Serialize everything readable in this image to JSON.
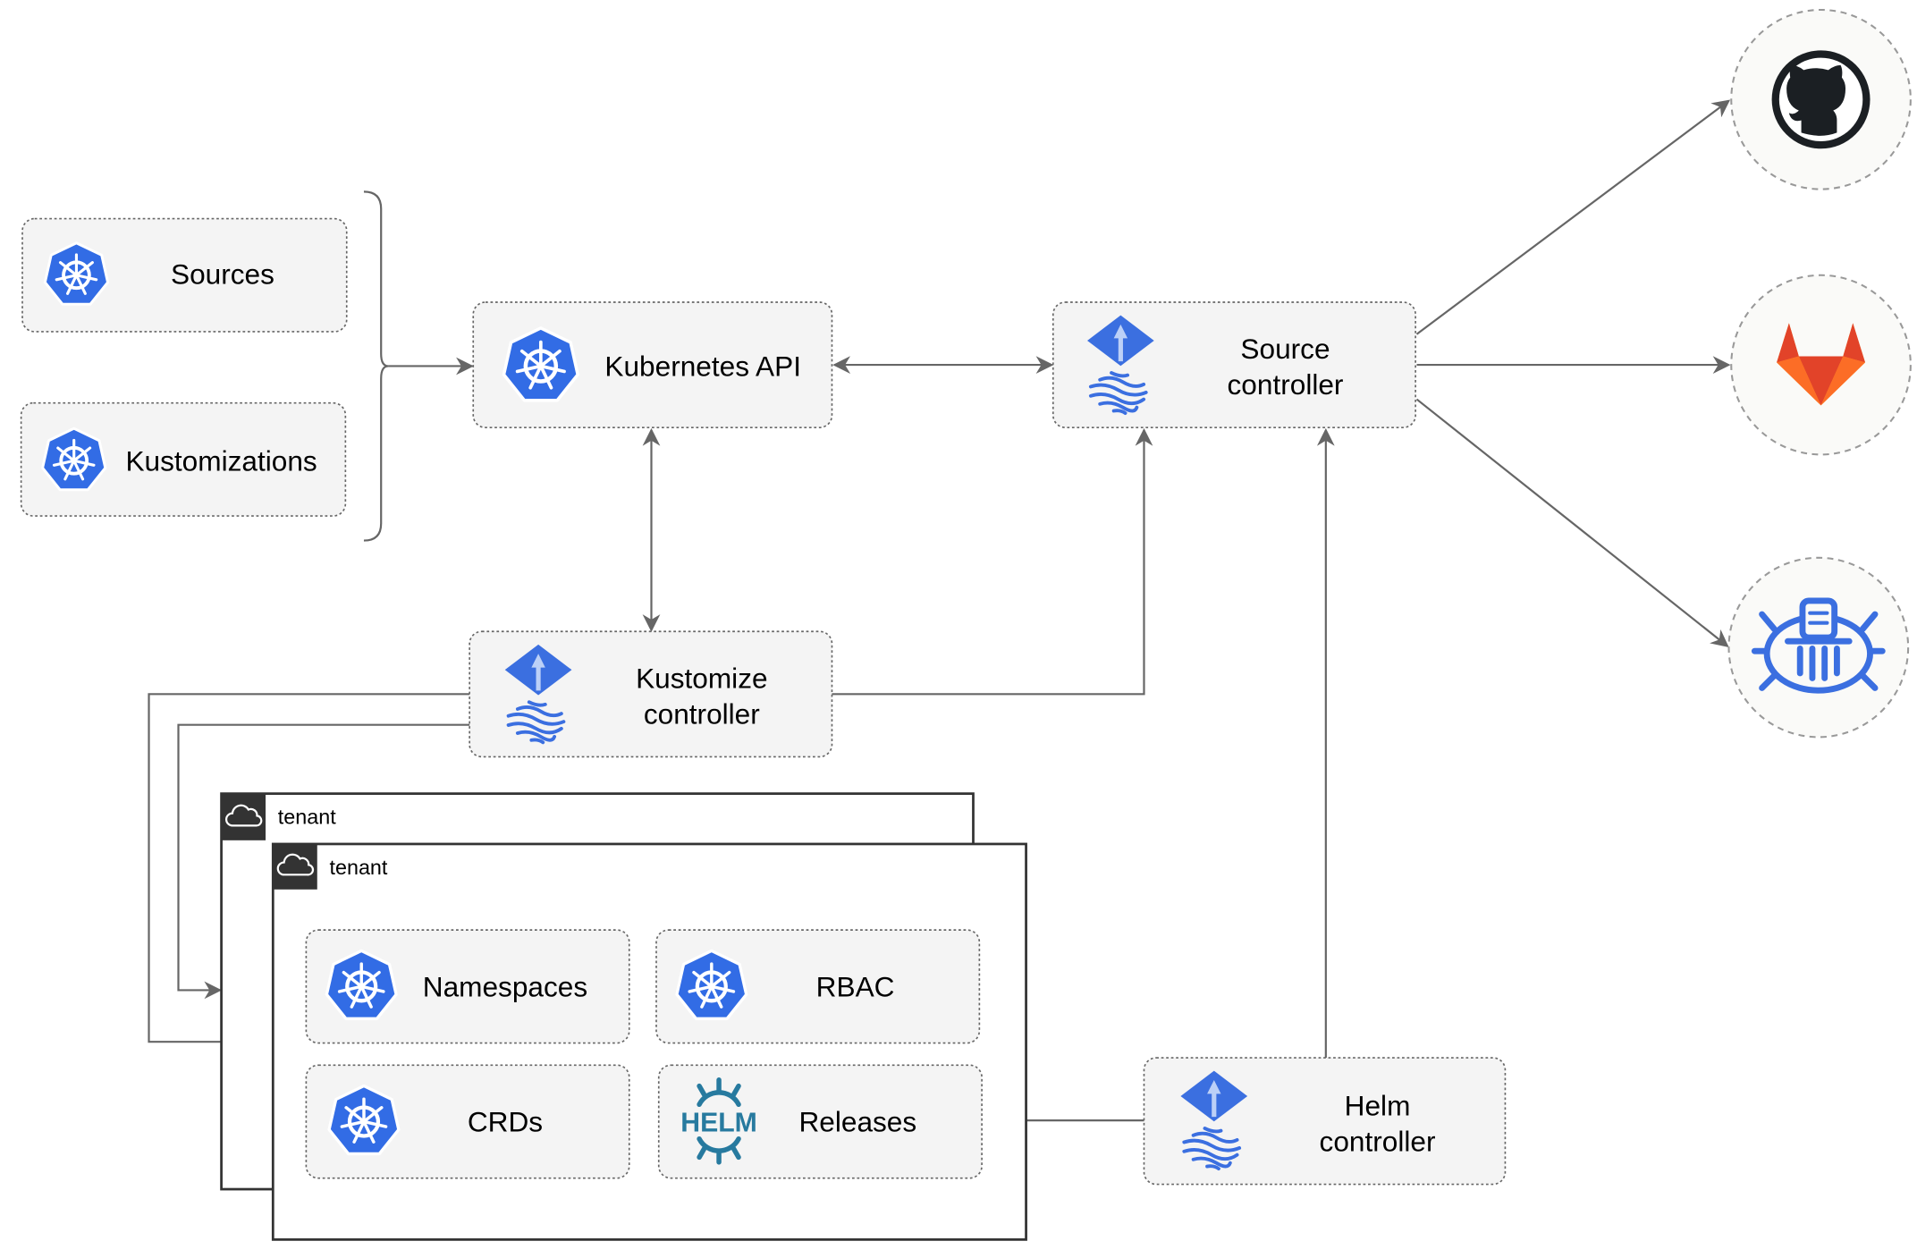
{
  "colors": {
    "k8s_blue": "#326ce5",
    "flux_blue": "#3b6fe0",
    "helm_teal": "#277a9f",
    "gitlab_orange": "#e24329",
    "edge_gray": "#666666",
    "tenant_header": "#333333"
  },
  "resources": {
    "sources": {
      "label": "Sources",
      "icon": "kubernetes-icon"
    },
    "kustomizations": {
      "label": "Kustomizations",
      "icon": "kubernetes-icon"
    }
  },
  "kubernetes_api": {
    "label": "Kubernetes API",
    "icon": "kubernetes-icon"
  },
  "source_controller": {
    "line1": "Source",
    "line2": "controller",
    "icon": "flux-icon"
  },
  "kustomize_controller": {
    "line1": "Kustomize",
    "line2": "controller",
    "icon": "flux-icon"
  },
  "helm_controller": {
    "line1": "Helm",
    "line2": "controller",
    "icon": "flux-icon"
  },
  "external_sources": [
    {
      "icon": "github-icon"
    },
    {
      "icon": "gitlab-icon"
    },
    {
      "icon": "bucket-icon"
    }
  ],
  "tenants": [
    {
      "label": "tenant",
      "icon": "cloud-icon"
    },
    {
      "label": "tenant",
      "icon": "cloud-icon"
    }
  ],
  "tenant_resources": {
    "namespaces": {
      "label": "Namespaces",
      "icon": "kubernetes-icon"
    },
    "rbac": {
      "label": "RBAC",
      "icon": "kubernetes-icon"
    },
    "crds": {
      "label": "CRDs",
      "icon": "kubernetes-icon"
    },
    "releases": {
      "label": "Releases",
      "icon": "helm-icon",
      "logo_text": "HELM"
    }
  }
}
